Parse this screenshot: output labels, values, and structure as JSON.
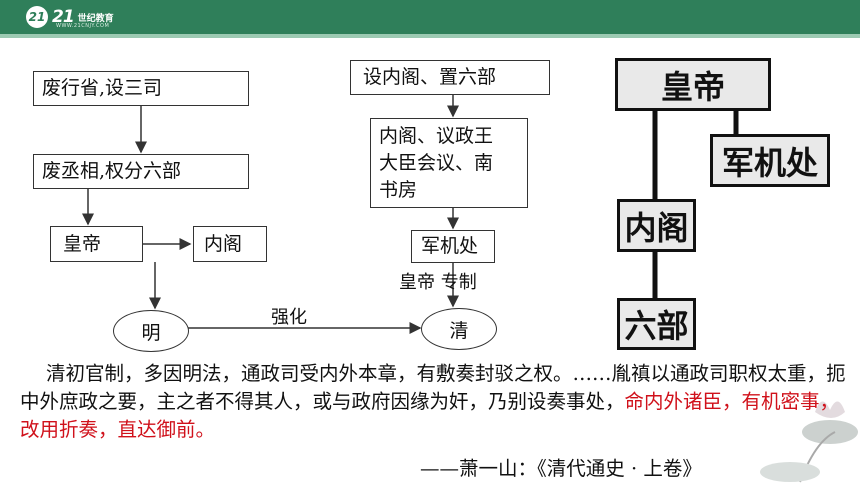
{
  "header": {
    "logo_mark": "21",
    "logo_text": "21",
    "logo_sub": "世纪教育",
    "logo_url": "WWW.21CNJY.COM"
  },
  "flow_ming": {
    "box1": "废行省,设三司",
    "box2": "废丞相,权分六部",
    "emperor": "皇帝",
    "neige": "内阁",
    "ming": "明"
  },
  "flow_qing": {
    "box1": "设内阁、置六部",
    "box2_line1": "内阁、议政王",
    "box2_line2": "大臣会议、南",
    "box2_line3": "书房",
    "junjichu": "军机处",
    "zhuanzhi_label": "皇帝 专制",
    "qing": "清"
  },
  "strengthen_label": "强化",
  "right_diagram": {
    "emperor": "皇帝",
    "junjichu": "军机处",
    "neige": "内阁",
    "liubu": "六部"
  },
  "quote": {
    "part1": "清初官制，多因明法，通政司受内外本章，有敷奏封驳之权。……胤禛以通政司职权太重，扼中外庶政之要，主之者不得其人，或与政府因缘为奸，乃别设奏事处，",
    "part2_red": "命内外诸臣，有机密事，改用折奏，直达御前。",
    "source": "——萧一山：《清代通史 · 上卷》"
  }
}
